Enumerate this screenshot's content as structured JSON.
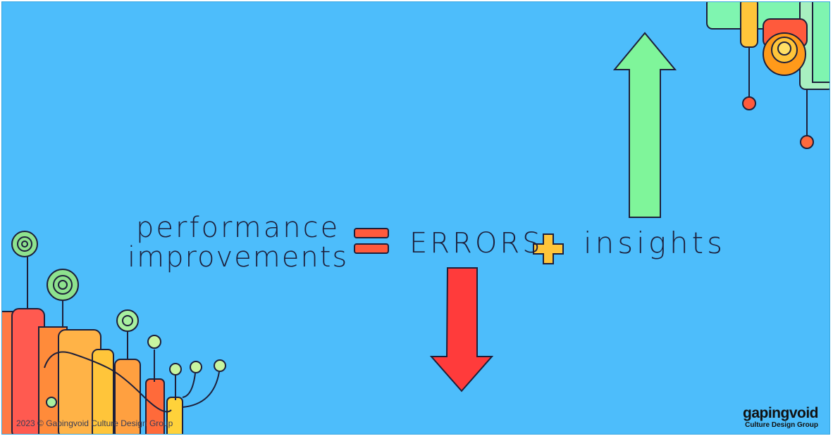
{
  "equation": {
    "left_line1": "performance",
    "left_line2": "improvements",
    "term1": "errors",
    "term2": "insights"
  },
  "copyright": "2023 © Gapingvoid Culture Design Group",
  "brand": {
    "name": "gapingvoid",
    "tagline": "Culture Design Group"
  },
  "icons": {
    "equals": "equals-icon",
    "plus": "plus-icon",
    "up_arrow": "up-arrow-icon",
    "down_arrow": "down-arrow-icon"
  },
  "colors": {
    "background": "#4dbdfb",
    "equals": "#ff5a3c",
    "plus": "#ffc53a",
    "up_arrow": "#7ff59a",
    "down_arrow": "#ff3b3b",
    "ink": "#1d1f3a"
  }
}
